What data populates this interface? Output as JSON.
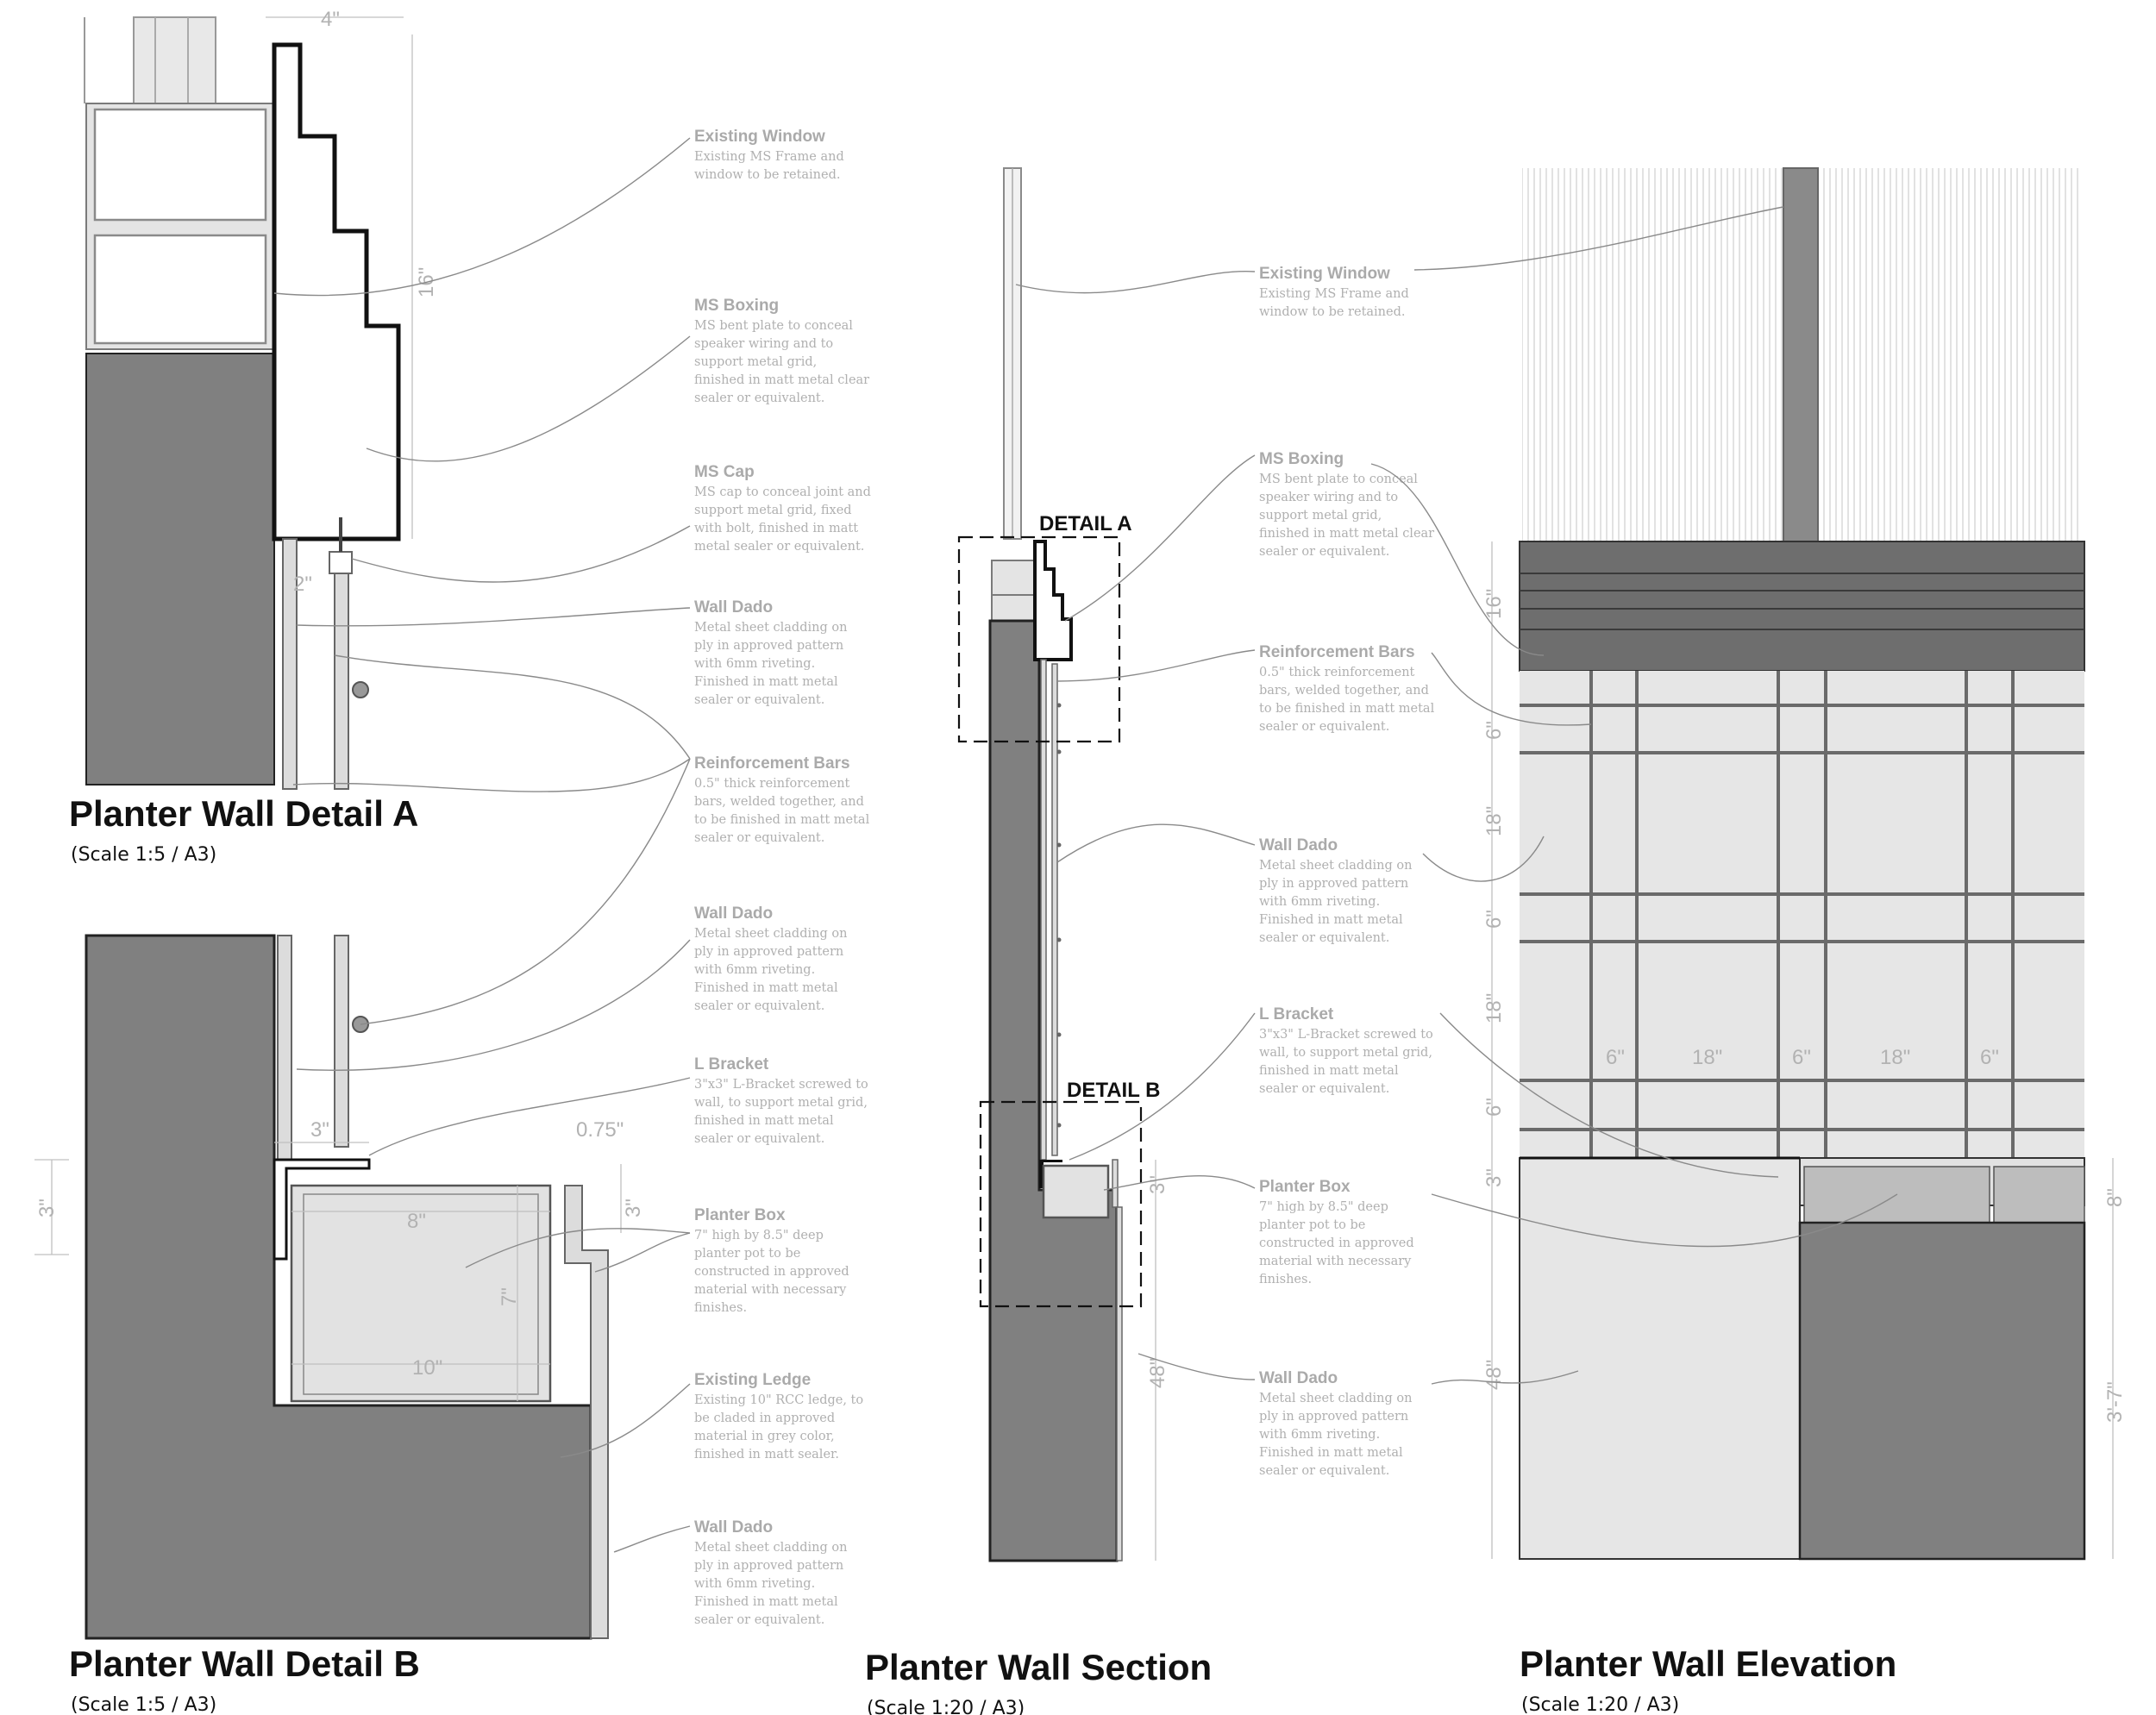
{
  "views": {
    "detail_a": {
      "title": "Planter Wall Detail A",
      "scale": "(Scale 1:5 / A3)"
    },
    "detail_b": {
      "title": "Planter Wall Detail B",
      "scale": "(Scale 1:5 / A3)"
    },
    "section": {
      "title": "Planter Wall Section",
      "scale": "(Scale 1:20 / A3)"
    },
    "elevation": {
      "title": "Planter Wall Elevation",
      "scale": "(Scale 1:20 / A3)"
    }
  },
  "callouts": {
    "detail_a": "DETAIL A",
    "detail_b": "DETAIL B"
  },
  "annotations": {
    "existing_window": {
      "title": "Existing Window",
      "lines": [
        "Existing MS Frame and",
        "window to be retained."
      ]
    },
    "ms_boxing": {
      "title": "MS Boxing",
      "lines": [
        "MS bent plate to conceal",
        "speaker wiring and to",
        "support metal grid,",
        "finished in matt metal clear",
        "sealer or equivalent."
      ]
    },
    "ms_cap": {
      "title": "MS Cap",
      "lines": [
        "MS cap to conceal joint and",
        "support metal grid, fixed",
        "with bolt, finished in matt",
        "metal sealer or equivalent."
      ]
    },
    "wall_dado": {
      "title": "Wall Dado",
      "lines": [
        "Metal sheet cladding on",
        "ply in approved pattern",
        "with 6mm riveting.",
        "Finished in matt metal",
        "sealer or equivalent."
      ]
    },
    "reinforcement_bars": {
      "title": "Reinforcement Bars",
      "lines": [
        "0.5\" thick reinforcement",
        "bars, welded together, and",
        "to be finished in matt metal",
        "sealer or equivalent."
      ]
    },
    "l_bracket": {
      "title": "L Bracket",
      "lines": [
        "3\"x3\" L-Bracket screwed to",
        "wall, to support metal grid,",
        "finished in matt metal",
        "sealer or equivalent."
      ]
    },
    "planter_box": {
      "title": "Planter Box",
      "lines": [
        "7\" high by 8.5\" deep",
        "planter pot to be",
        "constructed in approved",
        "material with necessary",
        "finishes."
      ]
    },
    "existing_ledge": {
      "title": "Existing Ledge",
      "lines": [
        "Existing 10\" RCC ledge, to",
        "be claded in approved",
        "material in grey color,",
        "finished in matt sealer."
      ]
    }
  },
  "dimensions": {
    "d4": "4\"",
    "d16": "16\"",
    "d2": "2\"",
    "d3": "3\"",
    "d075": "0.75\"",
    "d8": "8\"",
    "d7": "7\"",
    "d10": "10\"",
    "d48": "48\"",
    "d6": "6\"",
    "d18": "18\"",
    "d3_7": "3'-7\""
  },
  "colors": {
    "concrete": "#808080",
    "annotation_text": "#aaaaaa",
    "title_text": "#111111"
  }
}
